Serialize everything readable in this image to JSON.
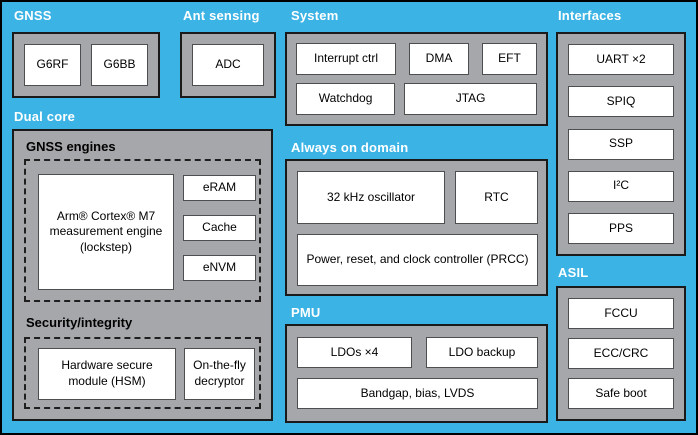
{
  "diagram": {
    "colors": {
      "background": "#3CB3E5",
      "panel_gray": "#A5A7AA",
      "box_white": "#FFFFFF",
      "panel_border": "#1A1A1A",
      "box_border": "#4D4E50",
      "label_on_blue": "#FFFFFF",
      "label_on_gray": "#000000"
    },
    "sections": {
      "gnss": {
        "label": "GNSS",
        "boxes": [
          "G6RF",
          "G6BB"
        ]
      },
      "ant_sensing": {
        "label": "Ant sensing",
        "boxes": [
          "ADC"
        ]
      },
      "system": {
        "label": "System",
        "row1": [
          "Interrupt ctrl",
          "DMA",
          "EFT"
        ],
        "row2": [
          "Watchdog",
          "JTAG"
        ]
      },
      "interfaces": {
        "label": "Interfaces",
        "boxes": [
          "UART ×2",
          "SPIQ",
          "SSP",
          "I²C",
          "PPS"
        ]
      },
      "dual_core": {
        "label": "Dual core",
        "gnss_engines": {
          "label": "GNSS engines",
          "cpu": "Arm® Cortex® M7 measurement engine (lockstep)",
          "memories": [
            "eRAM",
            "Cache",
            "eNVM"
          ]
        },
        "security": {
          "label": "Security/integrity",
          "boxes": [
            "Hardware secure module (HSM)",
            "On-the-fly decryptor"
          ]
        }
      },
      "always_on": {
        "label": "Always on domain",
        "row1": [
          "32 kHz oscillator",
          "RTC"
        ],
        "row2": "Power, reset, and clock controller (PRCC)"
      },
      "pmu": {
        "label": "PMU",
        "row1": [
          "LDOs ×4",
          "LDO backup"
        ],
        "row2": "Bandgap, bias, LVDS"
      },
      "asil": {
        "label": "ASIL",
        "boxes": [
          "FCCU",
          "ECC/CRC",
          "Safe boot"
        ]
      }
    }
  }
}
